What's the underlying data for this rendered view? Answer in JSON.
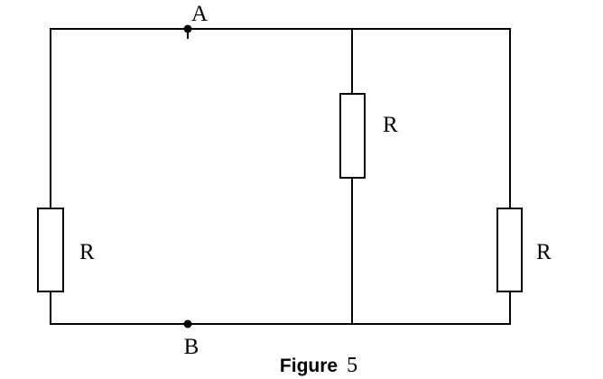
{
  "diagram": {
    "nodes": {
      "top": "A",
      "bottom": "B"
    },
    "resistors": {
      "left": "R",
      "middle": "R",
      "right": "R"
    },
    "caption": {
      "word": "Figure",
      "number": "5"
    }
  },
  "colors": {
    "ink": "#000000",
    "background": "#ffffff"
  }
}
